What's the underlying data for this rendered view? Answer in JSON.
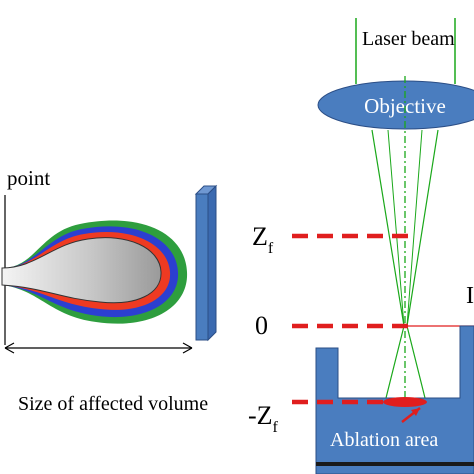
{
  "left_panel": {
    "point_label": "point",
    "size_label": "Size of affected volume"
  },
  "right_panel": {
    "laser_label": "Laser beam",
    "objective_label": "Objective",
    "zf_top_label": "Z",
    "zf_top_sub": "f",
    "zero_label": "0",
    "zf_bottom_label": "-Z",
    "zf_bottom_sub": "f",
    "ablation_label": "Ablation area",
    "edge_label": "I"
  },
  "colors": {
    "panel_blue": "#4a7dbf",
    "dash_red": "#e01e1e",
    "beam_green": "#1aa81a",
    "layer_green": "#2e9e3e",
    "layer_blue": "#2c3fd0",
    "layer_red": "#ee3a22"
  }
}
